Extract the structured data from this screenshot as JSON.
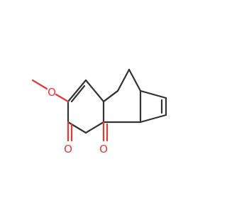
{
  "structure": {
    "atoms": [
      {
        "id": "o_methoxy",
        "label": "O",
        "color": "#e53935"
      },
      {
        "id": "o_ketone_1",
        "label": "O",
        "color": "#e53935"
      },
      {
        "id": "o_ketone_2",
        "label": "O",
        "color": "#e53935"
      }
    ],
    "colors": {
      "bond": "#333333",
      "oxygen": "#e53935",
      "background": "#ffffff"
    }
  }
}
